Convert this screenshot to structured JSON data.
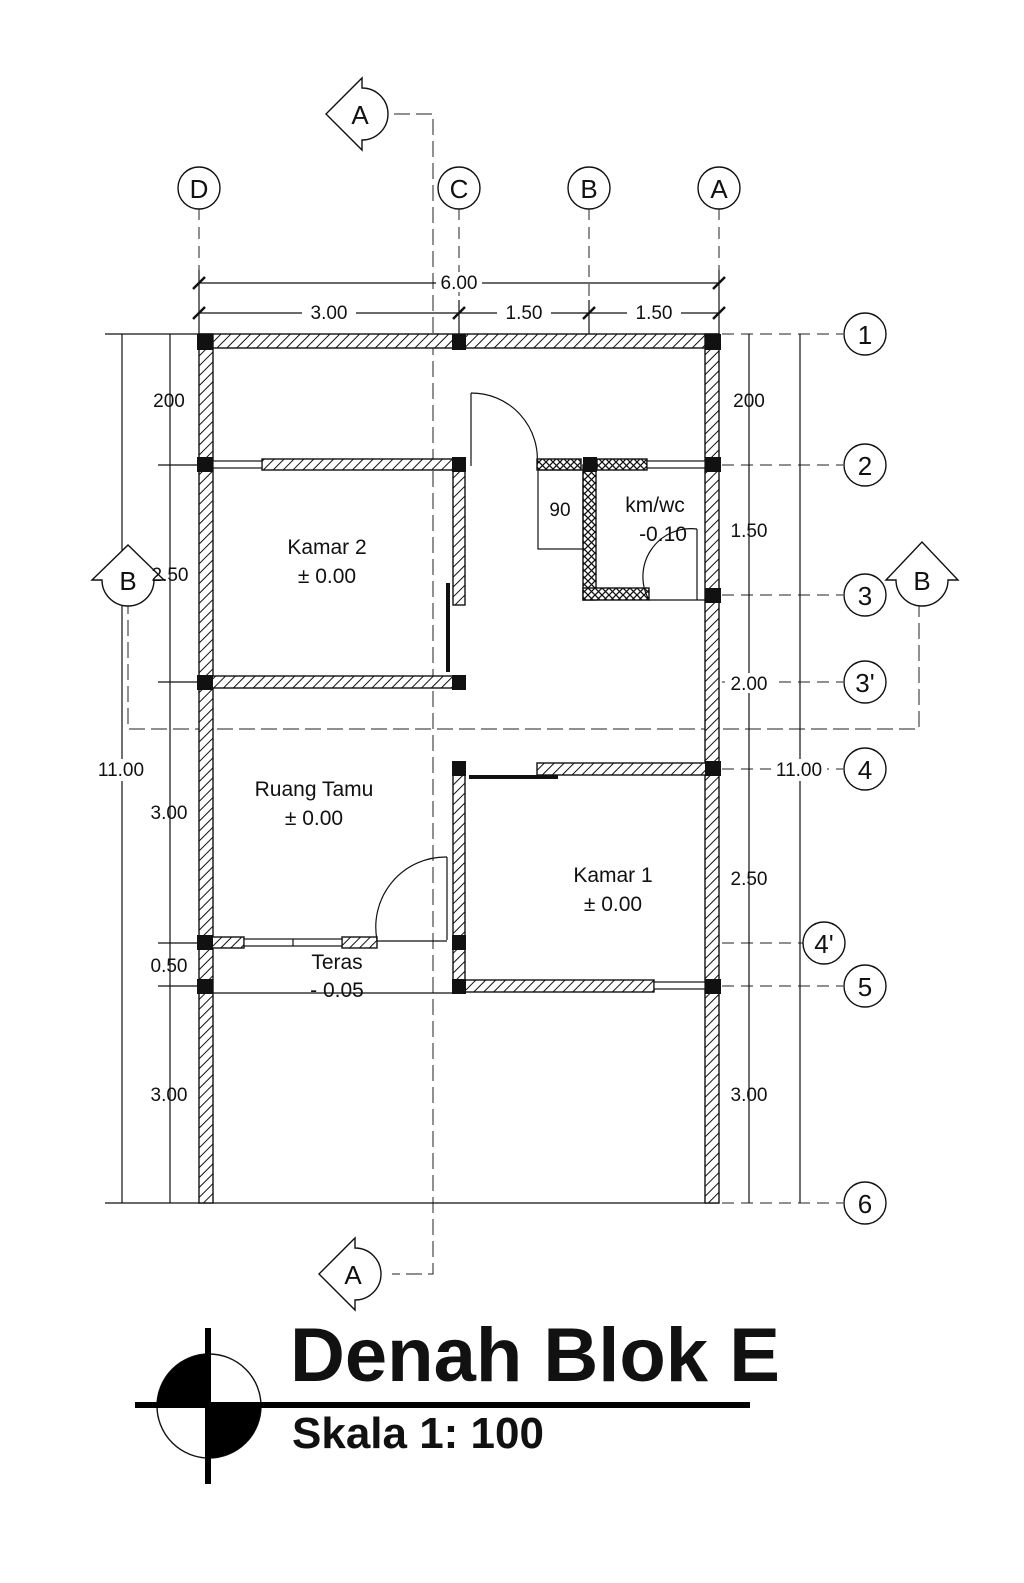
{
  "title": "Denah Blok E",
  "scale": "Skala 1: 100",
  "grid_columns": [
    "D",
    "C",
    "B",
    "A"
  ],
  "grid_rows": [
    "1",
    "2",
    "3",
    "3'",
    "4",
    "4'",
    "5",
    "6"
  ],
  "section_marks": {
    "a_top": "A",
    "a_bottom": "A",
    "b_left": "B",
    "b_right": "B"
  },
  "dims_top": {
    "total": "6.00",
    "seg1": "3.00",
    "seg2": "1.50",
    "seg3": "1.50"
  },
  "dims_left": {
    "total": "11.00",
    "s1": "200",
    "s2": "2.50",
    "s3": "3.00",
    "s4": "0.50",
    "s5": "3.00"
  },
  "dims_right": {
    "total": "11.00",
    "s1": "200",
    "s2": "1.50",
    "s3": "2.00",
    "s4": "2.50",
    "s5": "3.00"
  },
  "door_width": "90",
  "rooms": {
    "kamar2": {
      "name": "Kamar 2",
      "level": "± 0.00"
    },
    "kmwc": {
      "name": "km/wc",
      "level": "-0.10"
    },
    "ruang_tamu": {
      "name": "Ruang Tamu",
      "level": "± 0.00"
    },
    "kamar1": {
      "name": "Kamar 1",
      "level": "± 0.00"
    },
    "teras": {
      "name": "Teras",
      "level": "- 0.05"
    }
  }
}
